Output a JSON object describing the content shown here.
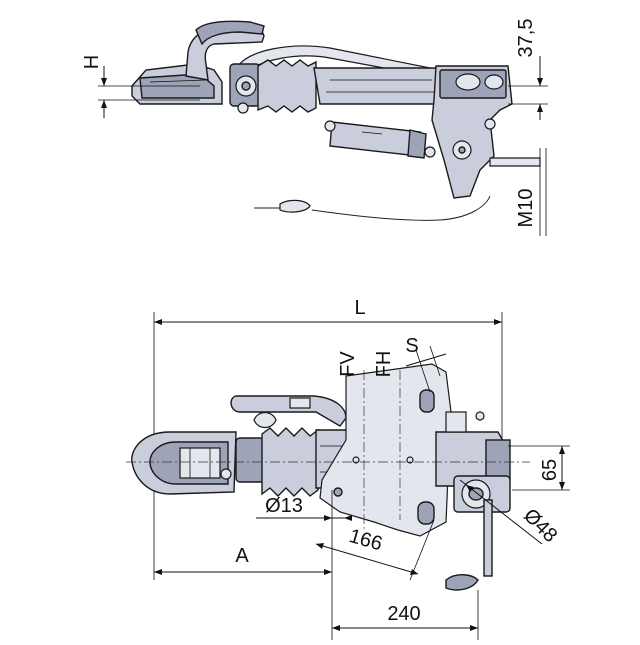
{
  "diagram": {
    "top_view": {
      "dim_h": "H",
      "dim_37_5": "37,5",
      "dim_m10": "M10"
    },
    "plan_view": {
      "dim_l": "L",
      "dim_fv": "FV",
      "dim_fh": "FH",
      "dim_s": "S",
      "dim_65": "65",
      "dim_d13": "Ø13",
      "dim_166": "166",
      "dim_d48": "Ø48",
      "dim_a": "A",
      "dim_240": "240"
    }
  },
  "colors": {
    "steel": "#c9cddc",
    "steel_dark": "#9ea4b8",
    "line": "#111111",
    "background": "#ffffff"
  }
}
